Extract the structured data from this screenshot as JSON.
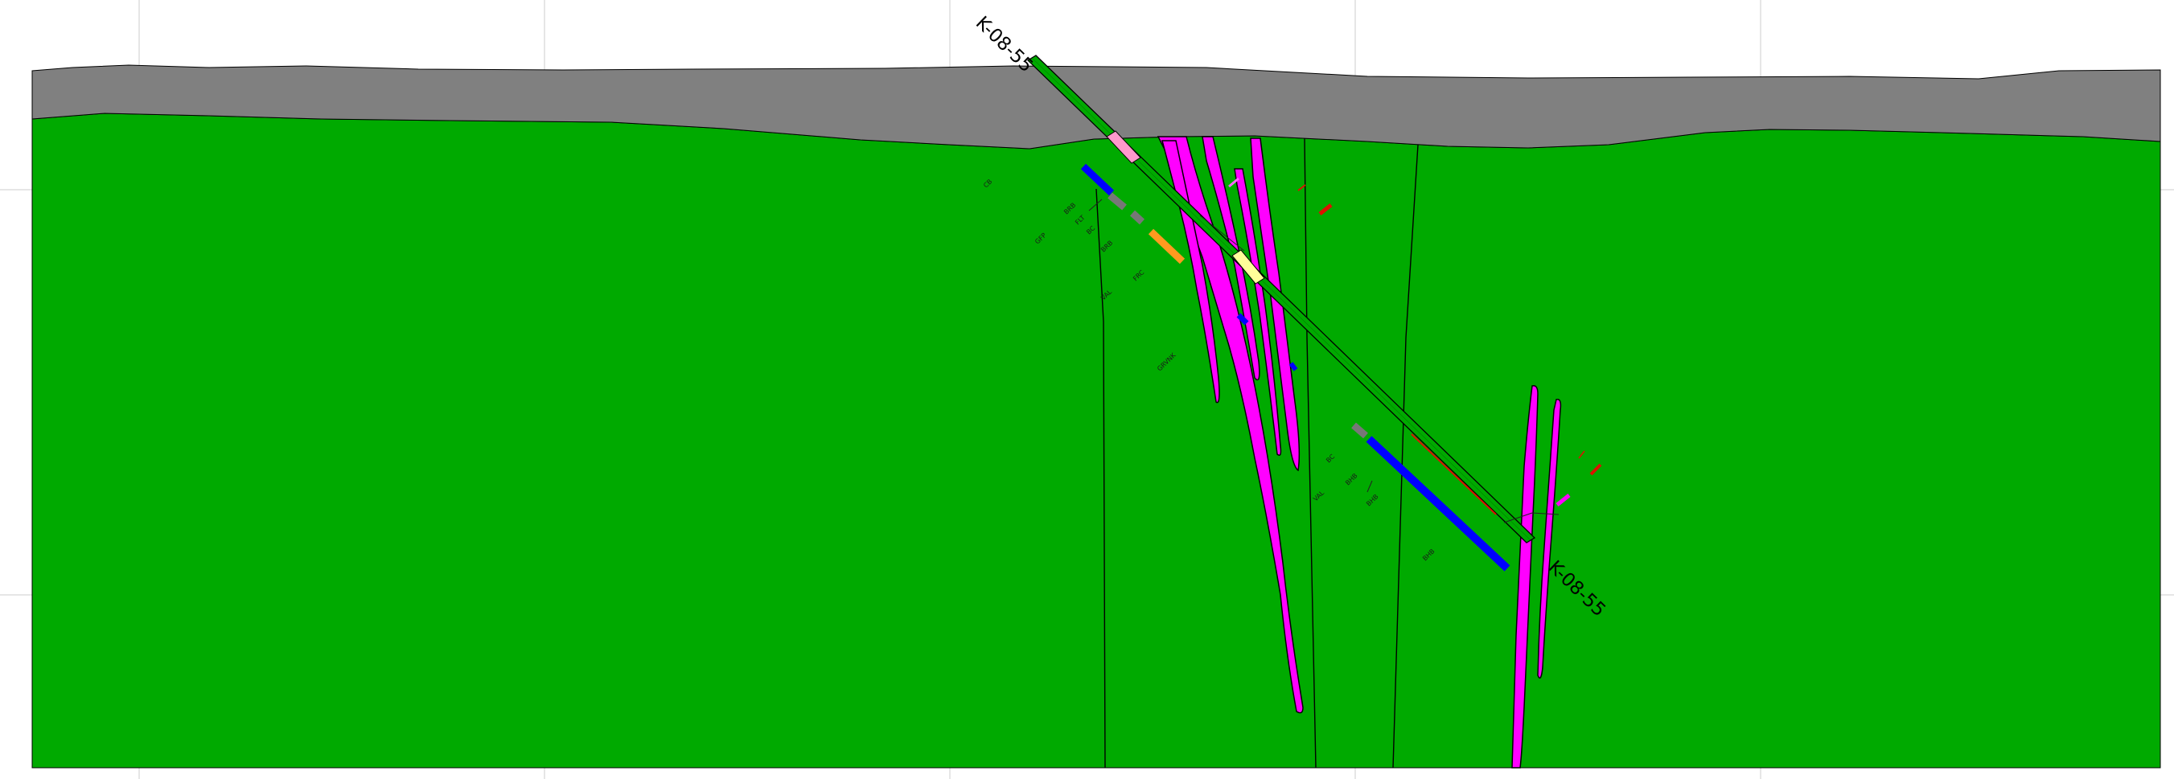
{
  "drillhole": {
    "id_top": "K-08-55",
    "id_bottom": "K-08-55"
  },
  "log_labels": [
    "CB",
    "GFP",
    "BRB",
    "FLT",
    "BC",
    "BRB",
    "VAL",
    "FRC",
    "GRVNK",
    "BC",
    "BHB",
    "BHB",
    "VAL",
    "BHB"
  ],
  "colors": {
    "host_rock": "#00aa00",
    "overburden": "#808080",
    "dyke": "#ff00ff",
    "grid": "#cccccc",
    "interval_blue": "#0000ff",
    "interval_orange": "#ff9a1f",
    "interval_pink": "#ff99cc",
    "interval_yellow": "#ffff99",
    "interval_grey": "#777777",
    "interval_red": "#dd1100"
  },
  "icons": [
    "drillhole-trace",
    "dyke-body",
    "fault-line"
  ]
}
